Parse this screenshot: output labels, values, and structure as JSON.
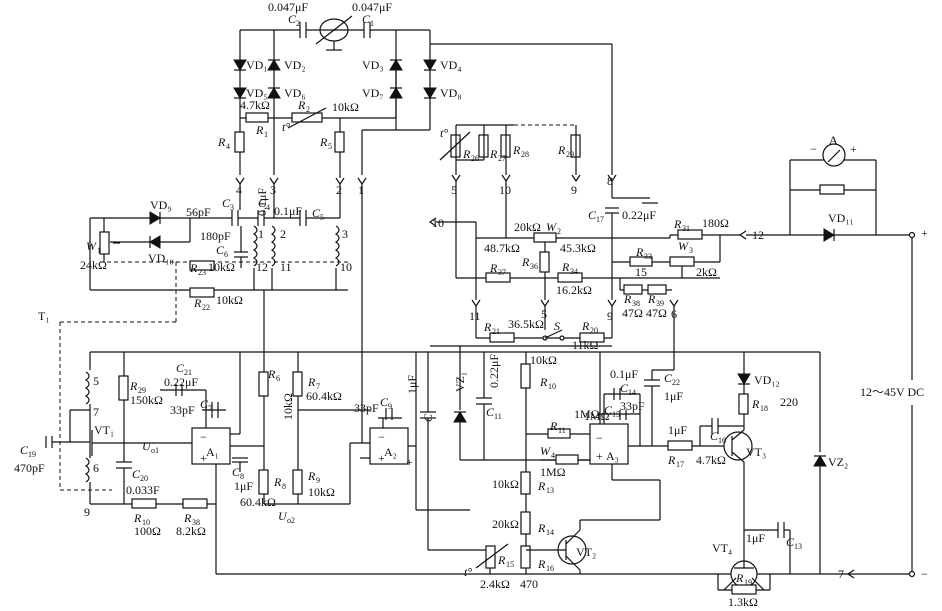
{
  "capacitors": {
    "c2": {
      "name": "C",
      "sub": "2",
      "value": "0.047μF"
    },
    "c1": {
      "name": "C",
      "sub": "1",
      "value": "0.047μF"
    },
    "c3": {
      "name": "C",
      "sub": "3",
      "value": "56pF"
    },
    "c4": {
      "name": "C",
      "sub": "4",
      "value": "0.1μF"
    },
    "c5": {
      "name": "C",
      "sub": "5",
      "value": "0.1μF"
    },
    "c6": {
      "name": "C",
      "sub": "6",
      "value": "180pF"
    },
    "c17": {
      "name": "C",
      "sub": "17",
      "value": "0.22μF"
    },
    "c21": {
      "name": "C",
      "sub": "21",
      "value": "0.22μF"
    },
    "c7": {
      "name": "C",
      "sub": "7",
      "value": "33pF"
    },
    "c8": {
      "name": "C",
      "sub": "8",
      "value": "1μF"
    },
    "c9": {
      "name": "C",
      "sub": "9",
      "value": "33pF"
    },
    "c10": {
      "name": "C",
      "sub": "10",
      "value": "1μF"
    },
    "c11": {
      "name": "C",
      "sub": "11",
      "value": "0.22μF"
    },
    "c14": {
      "name": "C",
      "sub": "14",
      "value": "0.1μF"
    },
    "c15": {
      "name": "C",
      "sub": "15",
      "value": "33pF"
    },
    "c22": {
      "name": "C",
      "sub": "22",
      "value": "1μF"
    },
    "c16": {
      "name": "C",
      "sub": "16",
      "value": "1μF"
    },
    "c13": {
      "name": "C",
      "sub": "13",
      "value": "1μF"
    },
    "c19": {
      "name": "C",
      "sub": "19",
      "value": "470pF"
    },
    "c20": {
      "name": "C",
      "sub": "20",
      "value": "0.033F"
    }
  },
  "resistors": {
    "r1": {
      "name": "R",
      "sub": "1",
      "value": "4.7kΩ"
    },
    "r2": {
      "name": "R",
      "sub": "2",
      "value": "10kΩ"
    },
    "r4": {
      "name": "R",
      "sub": "4"
    },
    "r5": {
      "name": "R",
      "sub": "5"
    },
    "r26": {
      "name": "R",
      "sub": "26"
    },
    "r27": {
      "name": "R",
      "sub": "27"
    },
    "r28": {
      "name": "R",
      "sub": "28"
    },
    "r29top": {
      "name": "R",
      "sub": "29"
    },
    "r22": {
      "name": "R",
      "sub": "22",
      "value": "10kΩ"
    },
    "r23": {
      "name": "R",
      "sub": "23",
      "value": "10kΩ"
    },
    "r36": {
      "name": "R",
      "sub": "36"
    },
    "r37": {
      "name": "R",
      "sub": "37"
    },
    "r34": {
      "name": "R",
      "sub": "34",
      "value": "16.2kΩ"
    },
    "r31": {
      "name": "R",
      "sub": "31",
      "value": "180Ω"
    },
    "r33": {
      "name": "R",
      "sub": "33",
      "value": "15"
    },
    "r38": {
      "name": "R",
      "sub": "38",
      "value": "47Ω"
    },
    "r39": {
      "name": "R",
      "sub": "39",
      "value": "47Ω"
    },
    "r21": {
      "name": "R",
      "sub": "21",
      "value": "36.5kΩ"
    },
    "r20": {
      "name": "R",
      "sub": "20",
      "value": "11kΩ"
    },
    "r29": {
      "name": "R",
      "sub": "29",
      "value": "150kΩ"
    },
    "r6": {
      "name": "R",
      "sub": "6",
      "value": "10kΩ"
    },
    "r7": {
      "name": "R",
      "sub": "7",
      "value": "60.4kΩ"
    },
    "r8": {
      "name": "R",
      "sub": "8",
      "value": "60.4kΩ"
    },
    "r9": {
      "name": "R",
      "sub": "9",
      "value": "10kΩ"
    },
    "r10": {
      "name": "R",
      "sub": "10",
      "value": "100Ω"
    },
    "r38b": {
      "name": "R",
      "sub": "38",
      "value": "8.2kΩ"
    },
    "r10b": {
      "name": "R",
      "sub": "10",
      "value": "10kΩ"
    },
    "r11": {
      "name": "R",
      "sub": "11",
      "value": "1MΩ"
    },
    "r12": {
      "name": "",
      "sub": "",
      "value": "1MΩ"
    },
    "r13": {
      "name": "R",
      "sub": "13",
      "value": "10kΩ"
    },
    "r14": {
      "name": "R",
      "sub": "14",
      "value": "20kΩ"
    },
    "r15": {
      "name": "R",
      "sub": "15",
      "value": "2.4kΩ"
    },
    "r16": {
      "name": "R",
      "sub": "16",
      "value": "470"
    },
    "r17": {
      "name": "R",
      "sub": "17",
      "value": "4.7kΩ"
    },
    "r18": {
      "name": "R",
      "sub": "18",
      "value": "220"
    },
    "r19": {
      "name": "R",
      "sub": "19",
      "value": "1.3kΩ"
    }
  },
  "pots": {
    "w1": {
      "name": "W",
      "sub": "1",
      "value": "24kΩ"
    },
    "w2": {
      "name": "W",
      "sub": "2",
      "value": "20kΩ",
      "extra": "48.7kΩ",
      "extra2": "45.3kΩ"
    },
    "w3": {
      "name": "W",
      "sub": "3",
      "value": "2kΩ"
    },
    "w4": {
      "name": "W",
      "sub": "4"
    }
  },
  "diodes": {
    "vd1": "VD₁",
    "vd2": "VD₂",
    "vd3": "VD₃",
    "vd4": "VD₄",
    "vd5": "VD₅",
    "vd6": "VD₆",
    "vd7": "VD₇",
    "vd8": "VD₈",
    "vd9": "VD₉",
    "vd10": "VD₁₀",
    "vd11": "VD₁₁",
    "vd12": "VD₁₂",
    "vz1": "VZ₁",
    "vz2": "VZ₂"
  },
  "transistors": {
    "vt1": "VT₁",
    "vt2": "VT₂",
    "vt3": "VT₃",
    "vt4": "VT₄"
  },
  "opamps": {
    "a1": "A₁",
    "a2": "A₂",
    "a3": "A₃"
  },
  "misc": {
    "t1": "T₁",
    "switch": "S",
    "ammeter": "A",
    "supply": "12～45V DC",
    "uo1": "U",
    "uo1_sub": "o1",
    "uo2": "U",
    "uo2_sub": "o2",
    "therm": "t°",
    "plus": "+",
    "minus": "−"
  },
  "terminals": {
    "n12": "12",
    "n7": "7",
    "n10": "10",
    "n11": "11",
    "n9": "9",
    "n8": "8",
    "n6": "6",
    "n5": "5",
    "n4": "4",
    "n3": "3",
    "n2": "2",
    "n1": "1",
    "t5": "5",
    "t10": "10",
    "t9": "9",
    "ct1": "1",
    "ct2": "2",
    "ct3": "3",
    "ct12": "12",
    "ct11": "11",
    "ct10": "10",
    "tr5": "5",
    "tr7": "7",
    "tr6": "6",
    "tr9": "9"
  }
}
